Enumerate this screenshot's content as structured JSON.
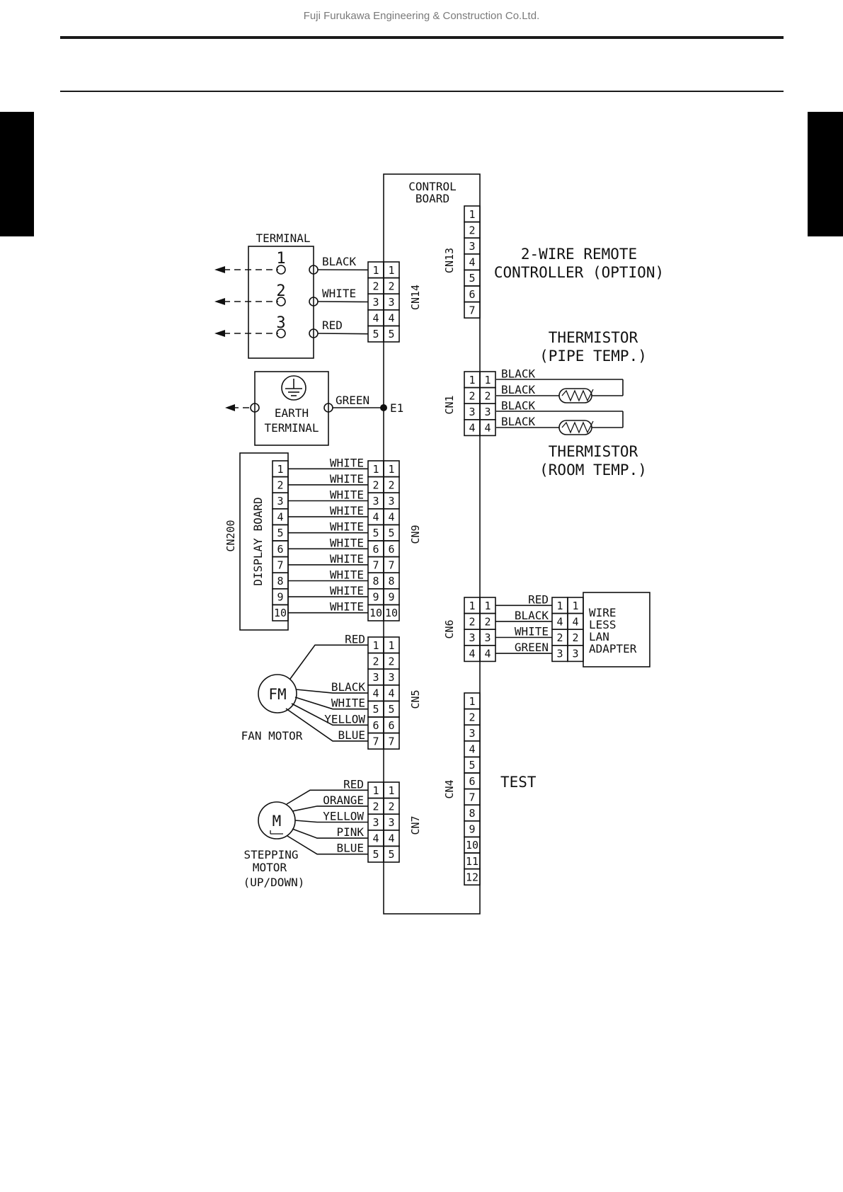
{
  "header": {
    "company": "Fuji Furukawa Engineering & Construction Co.Ltd."
  },
  "diagram": {
    "control_board": {
      "line1": "CONTROL",
      "line2": "BOARD"
    },
    "terminal": {
      "label": "TERMINAL",
      "numbers": [
        "1",
        "2",
        "3"
      ]
    },
    "earth_terminal": {
      "line1": "EARTH",
      "line2": "TERMINAL"
    },
    "display_board": {
      "label": "DISPLAY BOARD",
      "connector": "CN200"
    },
    "fan_motor": {
      "symbol": "FM",
      "label": "FAN MOTOR"
    },
    "stepping_motor": {
      "symbol": "M",
      "line1": "STEPPING",
      "line2": "MOTOR",
      "line3": "(UP/DOWN)"
    },
    "remote_controller": {
      "line1": "2-WIRE REMOTE",
      "line2": "CONTROLLER (OPTION)"
    },
    "thermistor_pipe": {
      "line1": "THERMISTOR",
      "line2": "(PIPE TEMP.)"
    },
    "thermistor_room": {
      "line1": "THERMISTOR",
      "line2": "(ROOM TEMP.)"
    },
    "wireless_lan": {
      "line1": "WIRE",
      "line2": "LESS",
      "line3": "LAN",
      "line4": "ADAPTER",
      "pins": [
        "1",
        "4",
        "2",
        "3"
      ]
    },
    "test": {
      "label": "TEST"
    },
    "e1": {
      "label": "E1",
      "wire": "GREEN"
    },
    "connectors": [
      {
        "name": "CN13",
        "pins": [
          "1",
          "2",
          "3",
          "4",
          "5",
          "6",
          "7"
        ]
      },
      {
        "name": "CN14",
        "pins": [
          "1",
          "2",
          "3",
          "4",
          "5"
        ],
        "wires": [
          "BLACK",
          "WHITE",
          "RED"
        ]
      },
      {
        "name": "CN1",
        "pins": [
          "1",
          "2",
          "3",
          "4"
        ],
        "wires": [
          "BLACK",
          "BLACK",
          "BLACK",
          "BLACK"
        ]
      },
      {
        "name": "CN9",
        "pins": [
          "1",
          "2",
          "3",
          "4",
          "5",
          "6",
          "7",
          "8",
          "9",
          "10"
        ],
        "wires": [
          "WHITE",
          "WHITE",
          "WHITE",
          "WHITE",
          "WHITE",
          "WHITE",
          "WHITE",
          "WHITE",
          "WHITE",
          "WHITE"
        ]
      },
      {
        "name": "CN6",
        "pins": [
          "1",
          "2",
          "3",
          "4"
        ],
        "wires": [
          "RED",
          "BLACK",
          "WHITE",
          "GREEN"
        ]
      },
      {
        "name": "CN5",
        "pins": [
          "1",
          "2",
          "3",
          "4",
          "5",
          "6",
          "7"
        ],
        "wires": [
          "RED",
          "BLACK",
          "WHITE",
          "YELLOW",
          "BLUE"
        ]
      },
      {
        "name": "CN4",
        "pins": [
          "1",
          "2",
          "3",
          "4",
          "5",
          "6",
          "7",
          "8",
          "9",
          "10",
          "11",
          "12"
        ]
      },
      {
        "name": "CN7",
        "pins": [
          "1",
          "2",
          "3",
          "4",
          "5"
        ],
        "wires": [
          "RED",
          "ORANGE",
          "YELLOW",
          "PINK",
          "BLUE"
        ]
      }
    ]
  }
}
